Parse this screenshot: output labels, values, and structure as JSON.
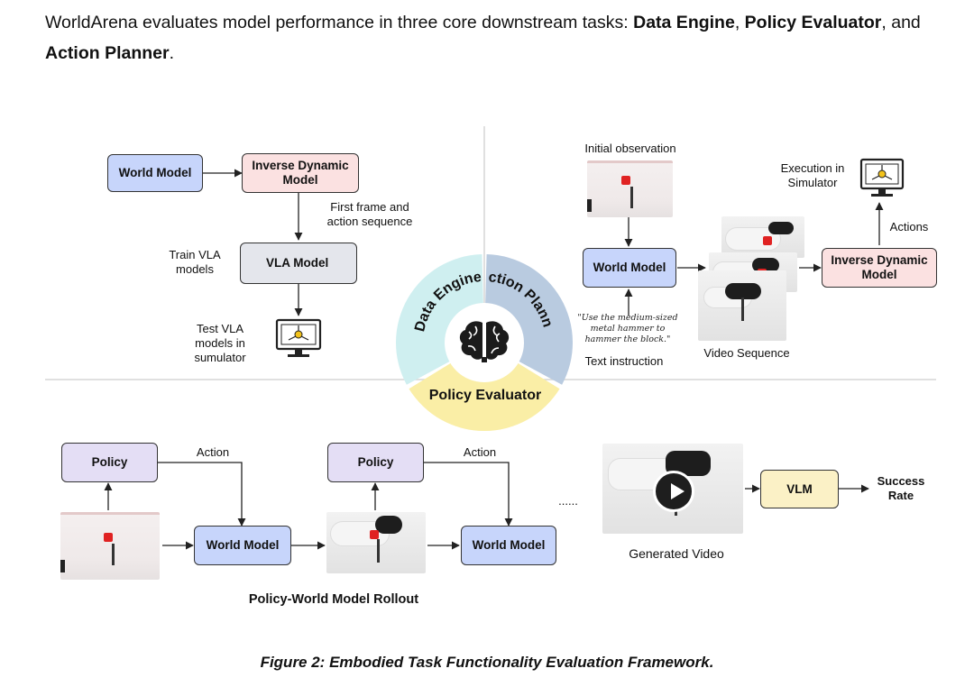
{
  "intro": {
    "text_a": "WorldArena evaluates model performance in three core downstream tasks: ",
    "data_engine": "Data Engine",
    "comma": ", ",
    "policy_evaluator": "Policy Evaluator",
    "text_and": ", and ",
    "action_planner": "Action Planner",
    "period": "."
  },
  "data_engine_panel": {
    "world_model": "World Model",
    "inverse_dynamic_model": "Inverse Dynamic Model",
    "first_frame": "First frame and action sequence",
    "train_vla": "Train VLA models",
    "vla_model": "VLA Model",
    "test_vla": "Test VLA models in sumulator"
  },
  "wheel": {
    "data_engine": "Data Engine",
    "action_planner": "Action Planner",
    "policy_evaluator": "Policy Evaluator",
    "colors": {
      "data_engine": "#cfeff0",
      "action_planner": "#b9cbe0",
      "policy_evaluator": "#faeea6"
    }
  },
  "action_planner_panel": {
    "initial_observation": "Initial observation",
    "world_model": "World Model",
    "quote": "\"Use the medium-sized metal hammer to hammer the block.\"",
    "text_instruction": "Text instruction",
    "video_sequence": "Video Sequence",
    "inverse_dynamic_model": "Inverse Dynamic Model",
    "actions": "Actions",
    "execution": "Execution in Simulator"
  },
  "rollout_panel": {
    "policy_1": "Policy",
    "action_1": "Action",
    "world_model_1": "World Model",
    "policy_2": "Policy",
    "action_2": "Action",
    "world_model_2": "World Model",
    "dots": "......",
    "generated_video": "Generated Video",
    "vlm": "VLM",
    "success_rate": "Success Rate",
    "rollout_title": "Policy-World Model Rollout"
  },
  "caption": "Figure 2: Embodied Task Functionality Evaluation Framework.",
  "colors": {
    "world_model": "#c7d5fb",
    "inverse_dynamic": "#fbe1e1",
    "policy": "#e4def5",
    "vla": "#e4e6ec",
    "vlm": "#fbf1c6"
  }
}
